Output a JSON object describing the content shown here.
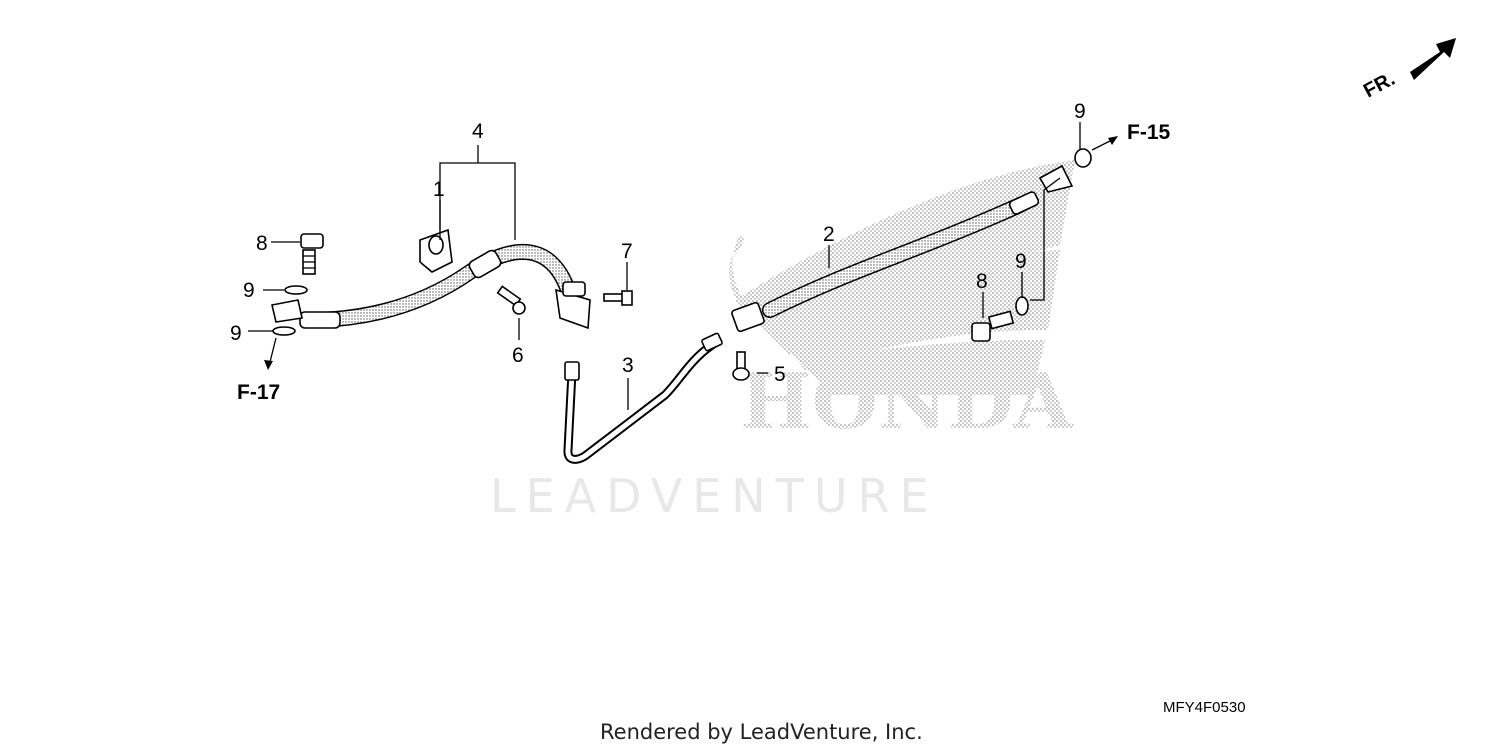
{
  "diagram": {
    "direction_label": "FR.",
    "diagram_code": "MFY4F0530",
    "footer": "Rendered by LeadVenture, Inc.",
    "watermark_brand": "HONDA",
    "watermark_vendor": "LEADVENTURE",
    "references": {
      "upper": "F-15",
      "lower": "F-17"
    },
    "callouts": {
      "c1": "1",
      "c2": "2",
      "c3": "3",
      "c4": "4",
      "c5": "5",
      "c6": "6",
      "c7": "7",
      "c8_left": "8",
      "c8_right": "8",
      "c9_top": "9",
      "c9_right": "9",
      "c9_left_upper": "9",
      "c9_left_lower": "9"
    }
  }
}
